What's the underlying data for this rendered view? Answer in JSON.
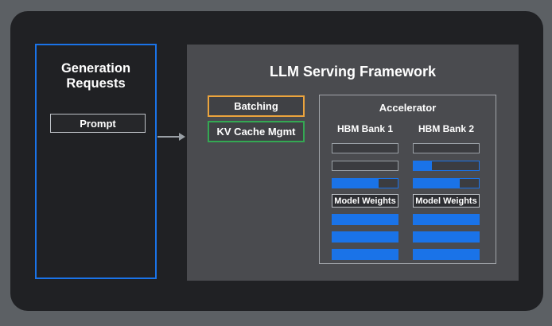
{
  "left_panel": {
    "title": "Generation Requests",
    "prompt_label": "Prompt"
  },
  "framework": {
    "title": "LLM Serving Framework",
    "batching_label": "Batching",
    "kv_cache_label": "KV Cache Mgmt"
  },
  "accelerator": {
    "title": "Accelerator",
    "model_weights_label": "Model Weights",
    "banks": [
      {
        "label": "HBM Bank 1",
        "bars": [
          {
            "type": "empty"
          },
          {
            "type": "empty"
          },
          {
            "type": "partial",
            "fill": 0.71
          },
          {
            "type": "model-weights"
          },
          {
            "type": "solid"
          },
          {
            "type": "solid"
          },
          {
            "type": "solid"
          }
        ]
      },
      {
        "label": "HBM Bank 2",
        "bars": [
          {
            "type": "empty"
          },
          {
            "type": "partial",
            "fill": 0.28
          },
          {
            "type": "partial",
            "fill": 0.71
          },
          {
            "type": "model-weights"
          },
          {
            "type": "solid"
          },
          {
            "type": "solid"
          },
          {
            "type": "solid"
          }
        ]
      }
    ]
  },
  "colors": {
    "blue": "#1a73e8",
    "orange": "#eca43d",
    "green": "#34a853",
    "bg_gray": "#5c6064",
    "canvas_dark": "#202124",
    "panel_gray": "#4a4b4f",
    "bar_border": "#9aa0a6",
    "bar_empty": "#3b3c40",
    "arrow": "#9aa0a6"
  }
}
